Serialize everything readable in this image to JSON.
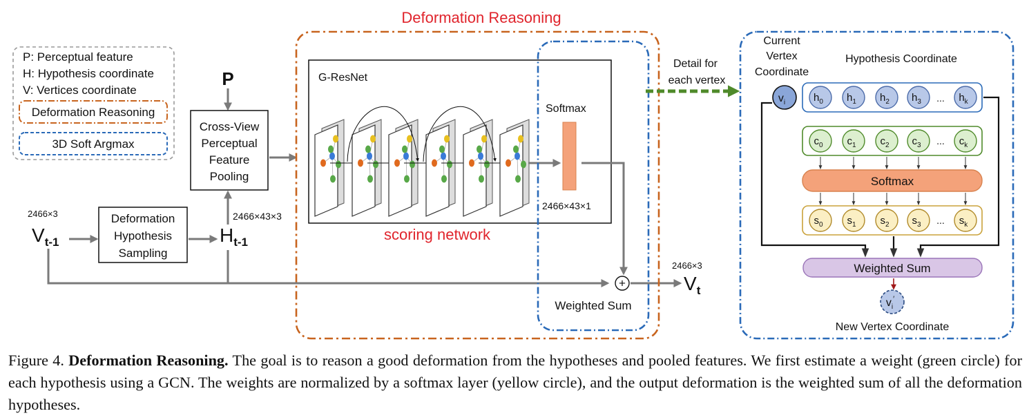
{
  "legend": {
    "items": [
      "P:  Perceptual feature",
      "H: Hypothesis coordinate",
      "V:  Vertices coordinate"
    ],
    "deformation_box": "Deformation Reasoning",
    "argmax_box": "3D Soft Argmax"
  },
  "pipeline": {
    "p_label": "P",
    "pooling_box": [
      "Cross-View",
      "Perceptual",
      "Feature",
      "Pooling"
    ],
    "v_prev": {
      "main": "V",
      "sub": "t-1",
      "dim": "2466×3"
    },
    "sampling_box": [
      "Deformation",
      "Hypothesis",
      "Sampling"
    ],
    "h_prev": {
      "main": "H",
      "sub": "t-1",
      "dim": "2466×43×3"
    },
    "v_out": {
      "main": "V",
      "sub": "t",
      "dim": "2466×3"
    },
    "plus_symbol": "+"
  },
  "deformation_reasoning": {
    "title": "Deformation Reasoning",
    "gresnet_label": "G-ResNet",
    "softmax_label": "Softmax",
    "softmax_dim": "2466×43×1",
    "scoring_label": "scoring network",
    "weighted_sum_label": "Weighted Sum"
  },
  "detail_arrow_label": [
    "Detail for",
    "each vertex"
  ],
  "detail": {
    "current_label": [
      "Current",
      "Vertex",
      "Coordinate"
    ],
    "hypothesis_label": "Hypothesis Coordinate",
    "v_node": {
      "main": "v",
      "sub": "i"
    },
    "h_nodes": [
      {
        "main": "h",
        "sub": "0"
      },
      {
        "main": "h",
        "sub": "1"
      },
      {
        "main": "h",
        "sub": "2"
      },
      {
        "main": "h",
        "sub": "3"
      },
      {
        "main": "h",
        "sub": "k"
      }
    ],
    "c_nodes": [
      {
        "main": "c",
        "sub": "0"
      },
      {
        "main": "c",
        "sub": "1"
      },
      {
        "main": "c",
        "sub": "2"
      },
      {
        "main": "c",
        "sub": "3"
      },
      {
        "main": "c",
        "sub": "k"
      }
    ],
    "s_nodes": [
      {
        "main": "s",
        "sub": "0"
      },
      {
        "main": "s",
        "sub": "1"
      },
      {
        "main": "s",
        "sub": "2"
      },
      {
        "main": "s",
        "sub": "3"
      },
      {
        "main": "s",
        "sub": "k"
      }
    ],
    "ellipsis": "...",
    "softmax_bar": "Softmax",
    "weighted_sum_bar": "Weighted Sum",
    "new_node": {
      "main": "v",
      "sub": "i",
      "mark": "′"
    },
    "new_label": "New Vertex Coordinate"
  },
  "caption": {
    "prefix": "Figure 4. ",
    "bold": "Deformation Reasoning.",
    "text": " The goal is to reason a good deformation from the hypotheses and pooled features. We first estimate a weight (green circle) for each hypothesis using a GCN. The weights are normalized by a softmax layer (yellow circle), and the output deformation is the weighted sum of all the deformation hypotheses."
  },
  "colors": {
    "orange_dashed": "#c8641e",
    "blue_dashed": "#2a6ab8",
    "red_text": "#e0242c",
    "gray_arrow": "#7a7a7a",
    "green_dashed": "#4f8a2a",
    "softmax_bar_fill": "#f4a27a",
    "hyp_fill": "#b8c8e8",
    "c_fill": "#dcefcf",
    "s_fill": "#fbefc4",
    "weighted_sum_fill": "#d9c6e6",
    "dark_red_arrow": "#a01818"
  }
}
